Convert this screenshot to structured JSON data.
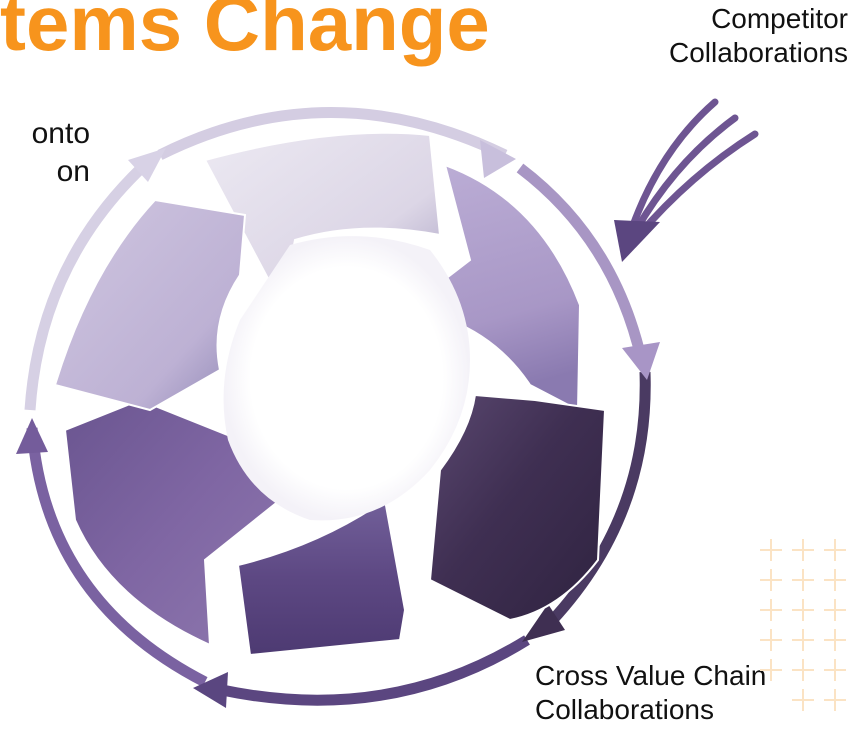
{
  "slide": {
    "title_fragment": "tems Change",
    "body_lines": [
      "onto",
      "on"
    ]
  },
  "labels": {
    "competitor": [
      "Competitor",
      "Collaborations"
    ],
    "cross_value_chain": [
      "Cross Value Chain",
      "Collaborations"
    ]
  },
  "colors": {
    "title": "#f7941d",
    "segment_1": "#e0dcea",
    "segment_2": "#b09fcc",
    "segment_3": "#413252",
    "segment_4": "#5f4a82",
    "segment_5": "#7d63a0",
    "segment_6": "#c6bcda",
    "incoming_arrows": "#6e5592"
  }
}
